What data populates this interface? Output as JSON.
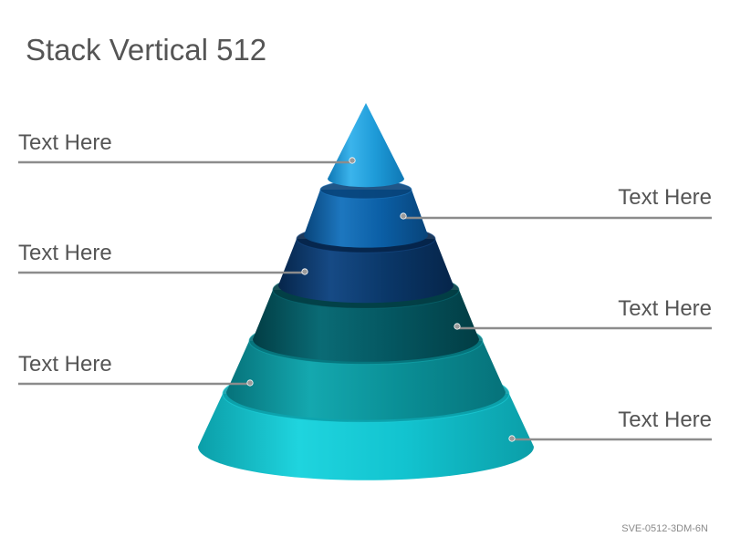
{
  "title": "Stack Vertical 512",
  "footer_code": "SVE-0512-3DM-6N",
  "tiers": [
    {
      "label": "Text Here",
      "side": "left",
      "color_base": "#1e9bd8",
      "color_light": "#3bb4ec",
      "color_dark": "#0f78b5"
    },
    {
      "label": "Text Here",
      "side": "right",
      "color_base": "#0b5fa6",
      "color_light": "#1d77bf",
      "color_dark": "#08447a"
    },
    {
      "label": "Text Here",
      "side": "left",
      "color_base": "#0a3768",
      "color_light": "#164a85",
      "color_dark": "#06254a"
    },
    {
      "label": "Text Here",
      "side": "right",
      "color_base": "#045660",
      "color_light": "#0a6b75",
      "color_dark": "#023d44"
    },
    {
      "label": "Text Here",
      "side": "left",
      "color_base": "#0a8f96",
      "color_light": "#14a8af",
      "color_dark": "#06727a"
    },
    {
      "label": "Text Here",
      "side": "right",
      "color_base": "#12c3cf",
      "color_light": "#1fd4de",
      "color_dark": "#0b9ea8"
    }
  ],
  "colors": {
    "title": "#555555",
    "leader_line": "#8c8c8c",
    "leader_dot": "#9a9a9a"
  }
}
